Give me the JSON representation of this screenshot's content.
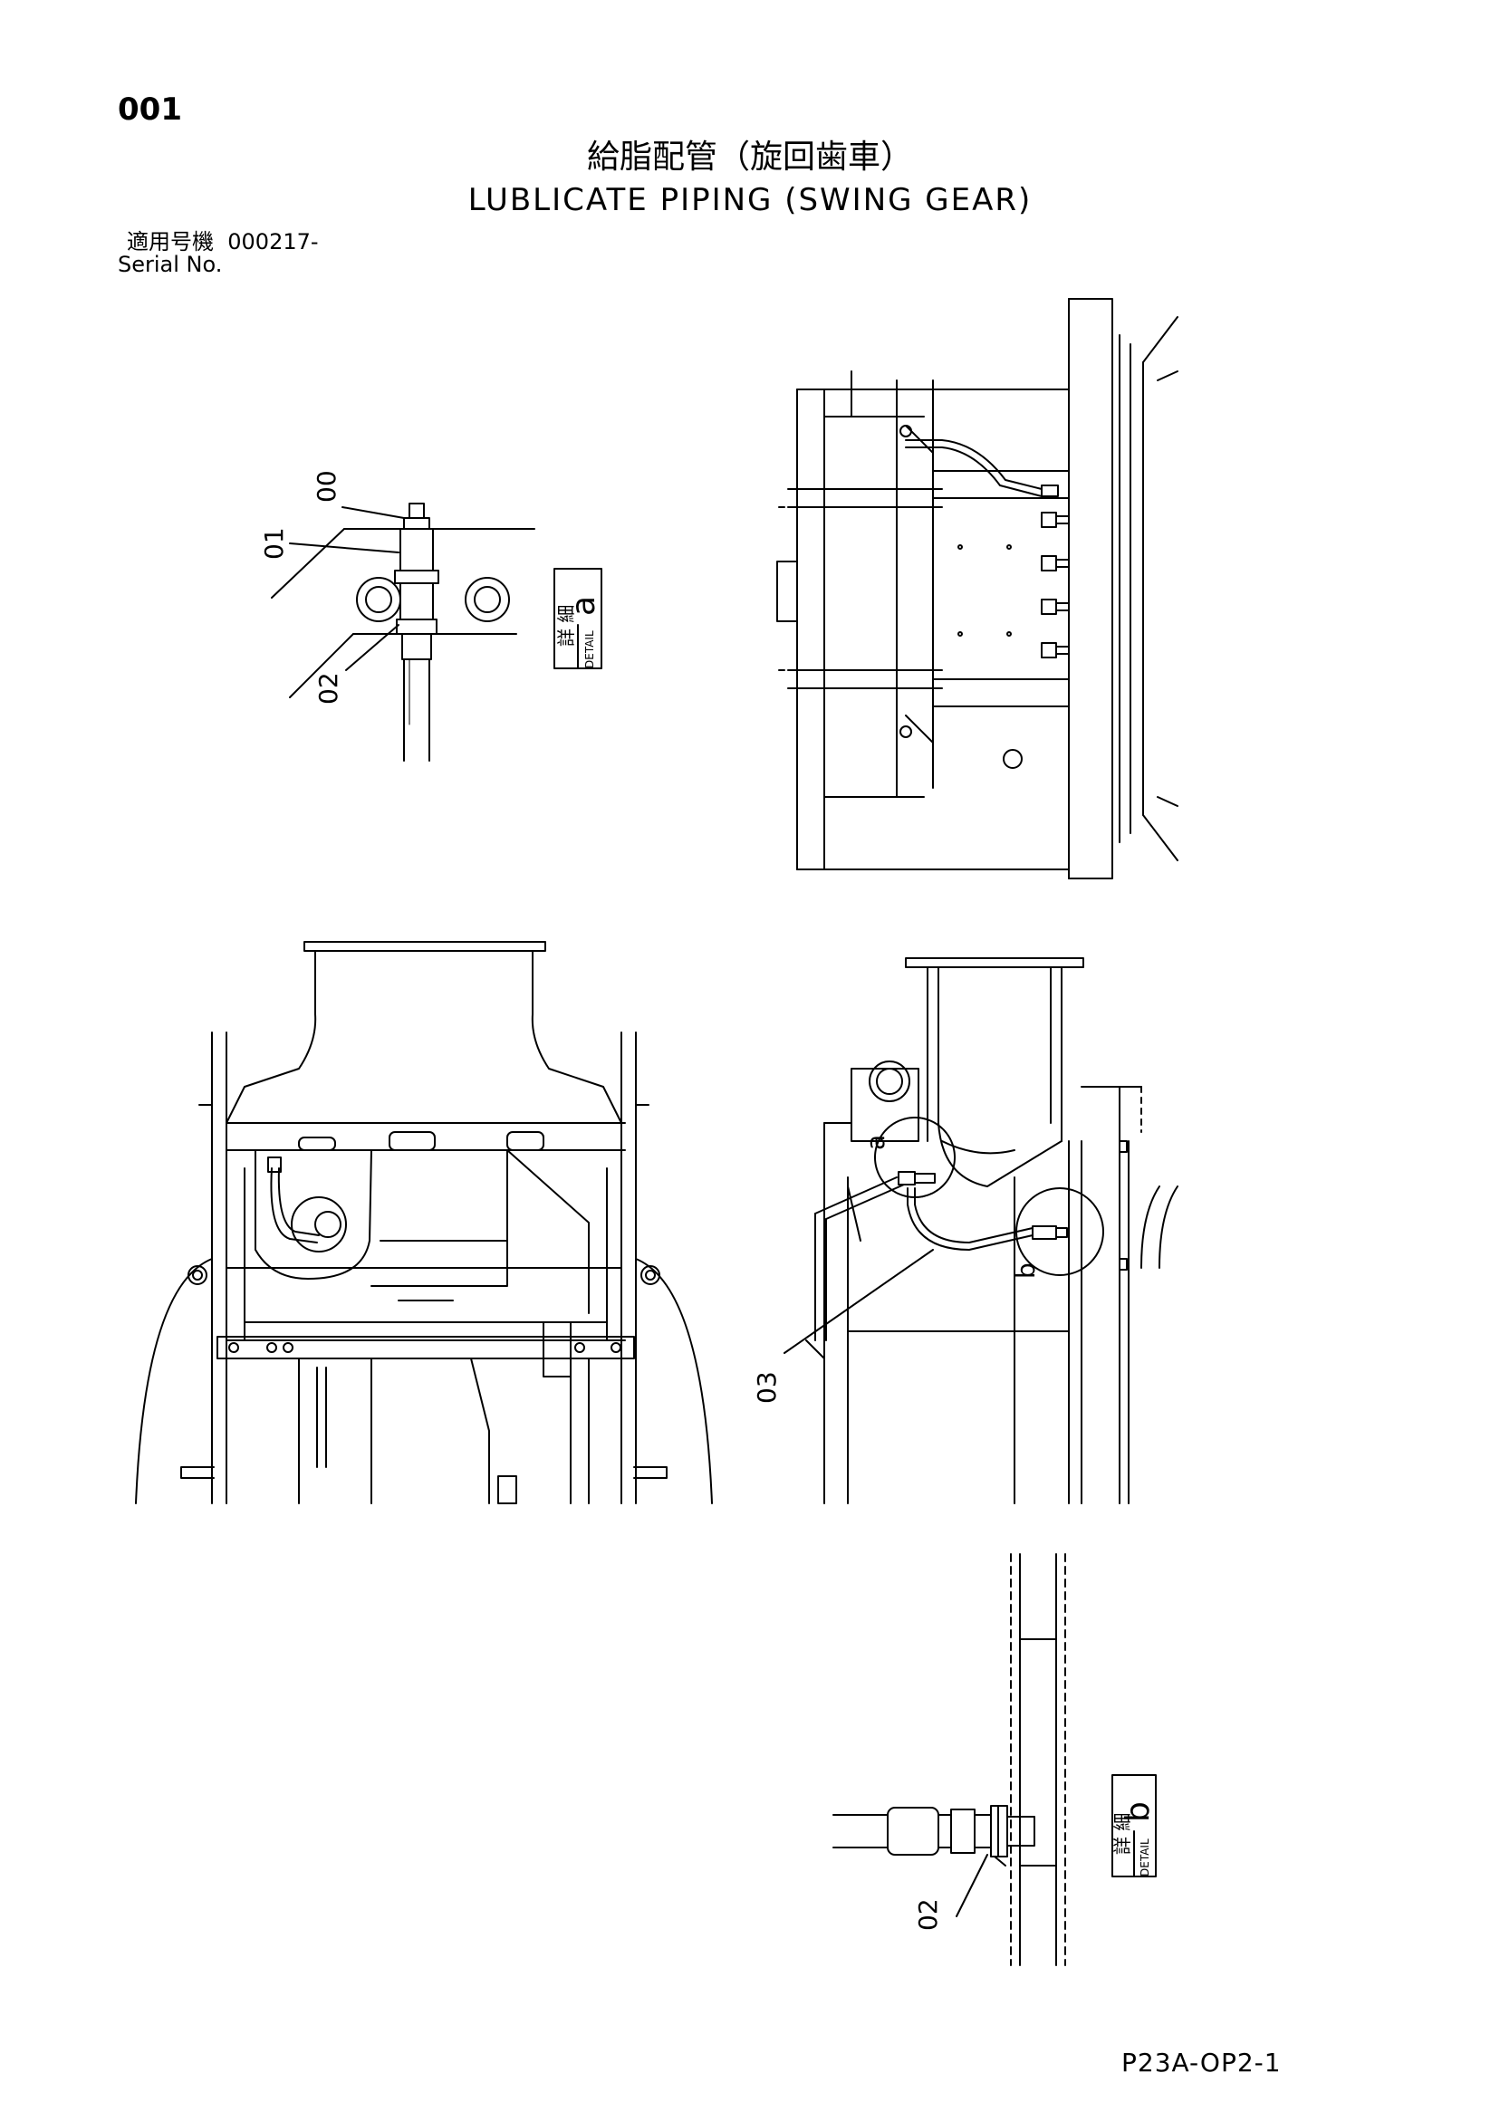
{
  "page_number": "001",
  "title_jp": "給脂配管（旋回歯車）",
  "title_en": "LUBLICATE PIPING (SWING GEAR)",
  "serial_label_jp": "適用号機",
  "serial_value": "000217-",
  "serial_label_en": "Serial No.",
  "detail_a": {
    "jp": "詳 細",
    "en": "DETAIL",
    "letter": "a"
  },
  "detail_b": {
    "jp": "詳 細",
    "en": "DETAIL",
    "letter": "b"
  },
  "callouts": {
    "c00": "00",
    "c01": "01",
    "c02_a": "02",
    "c03": "03",
    "c02_b": "02",
    "ref_a": "a",
    "ref_b": "b"
  },
  "document_ref": "P23A-OP2-1"
}
